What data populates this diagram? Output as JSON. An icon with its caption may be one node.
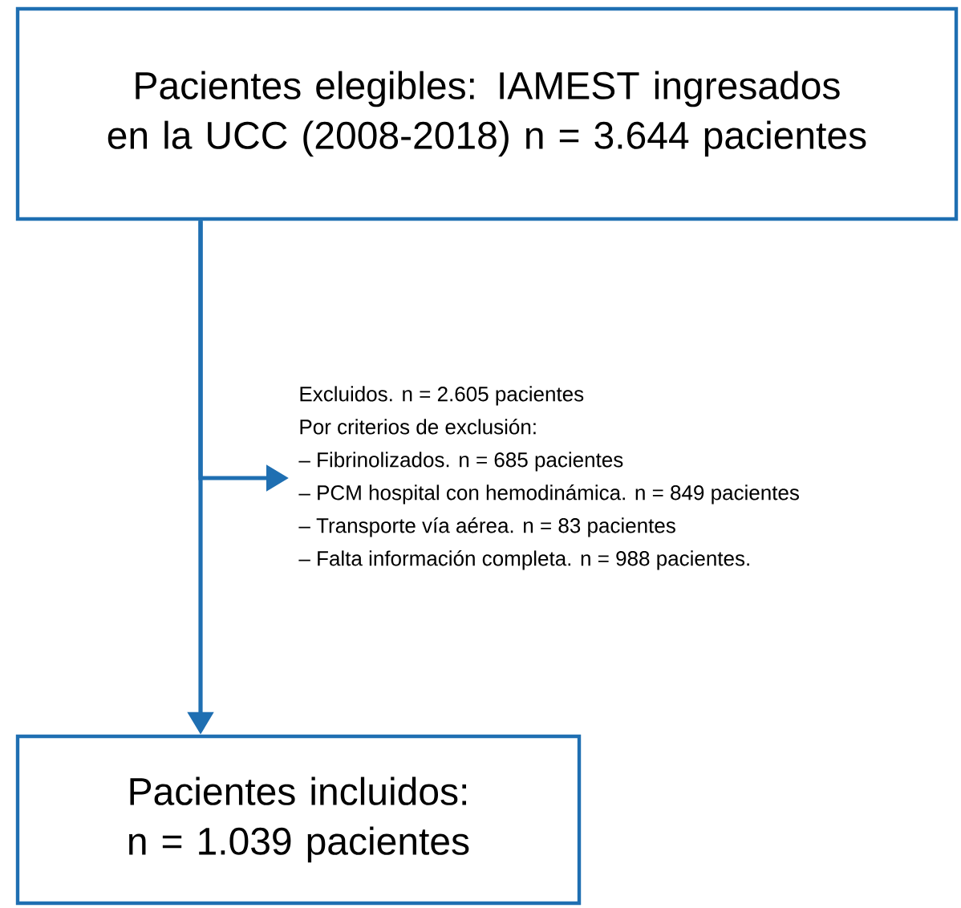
{
  "diagram": {
    "nodes": [
      {
        "text": [
          "Pacientes elegibles: IAMEST ingresados en la UCC (2008-2018) n = 3.644 pacientes"
        ]
      },
      {
        "text": [
          "Excluidos. n = 2.605 pacientes",
          "Por criterios de exclusión:",
          "– Fibrinolizados. n = 685 pacientes",
          "– PCM hospital con hemodinámica. n = 849 pacientes",
          "– Transporte vía aérea. n = 83 pacientes",
          "– Falta información completa. n = 988 pacientes."
        ]
      },
      {
        "text": [
          "Pacientes incluidos: n = 1.039 pacientes"
        ]
      }
    ],
    "edges": [
      {
        "from": 0,
        "to": 2,
        "arrow": "to"
      },
      {
        "from": 0,
        "to": 1,
        "arrow": "to"
      }
    ]
  }
}
